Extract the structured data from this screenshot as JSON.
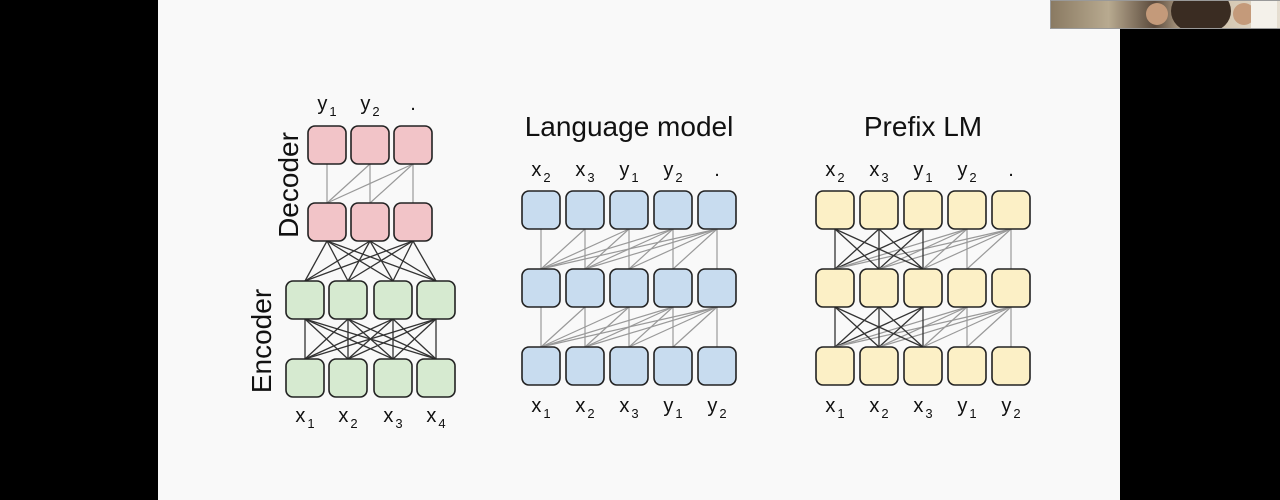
{
  "webcam_icon": "person-video-feed",
  "colors": {
    "decoder_fill": "#f2c4c8",
    "encoder_fill": "#d6ead0",
    "lm_fill": "#c8dcef",
    "prefix_fill": "#fcf0c6",
    "box_stroke": "#222222",
    "edge": "#999999",
    "edge_dark": "#333333"
  },
  "encdec": {
    "decoder_label": "Decoder",
    "encoder_label": "Encoder",
    "outputs": [
      {
        "b": "y",
        "s": "1"
      },
      {
        "b": "y",
        "s": "2"
      },
      {
        "b": ".",
        "s": ""
      }
    ],
    "inputs": [
      {
        "b": "x",
        "s": "1"
      },
      {
        "b": "x",
        "s": "2"
      },
      {
        "b": "x",
        "s": "3"
      },
      {
        "b": "x",
        "s": "4"
      }
    ]
  },
  "lm": {
    "title": "Language model",
    "top": [
      {
        "b": "x",
        "s": "2"
      },
      {
        "b": "x",
        "s": "3"
      },
      {
        "b": "y",
        "s": "1"
      },
      {
        "b": "y",
        "s": "2"
      },
      {
        "b": ".",
        "s": ""
      }
    ],
    "bottom": [
      {
        "b": "x",
        "s": "1"
      },
      {
        "b": "x",
        "s": "2"
      },
      {
        "b": "x",
        "s": "3"
      },
      {
        "b": "y",
        "s": "1"
      },
      {
        "b": "y",
        "s": "2"
      }
    ]
  },
  "prefix": {
    "title": "Prefix LM",
    "prefix_length": 3,
    "top": [
      {
        "b": "x",
        "s": "2"
      },
      {
        "b": "x",
        "s": "3"
      },
      {
        "b": "y",
        "s": "1"
      },
      {
        "b": "y",
        "s": "2"
      },
      {
        "b": ".",
        "s": ""
      }
    ],
    "bottom": [
      {
        "b": "x",
        "s": "1"
      },
      {
        "b": "x",
        "s": "2"
      },
      {
        "b": "x",
        "s": "3"
      },
      {
        "b": "y",
        "s": "1"
      },
      {
        "b": "y",
        "s": "2"
      }
    ]
  }
}
